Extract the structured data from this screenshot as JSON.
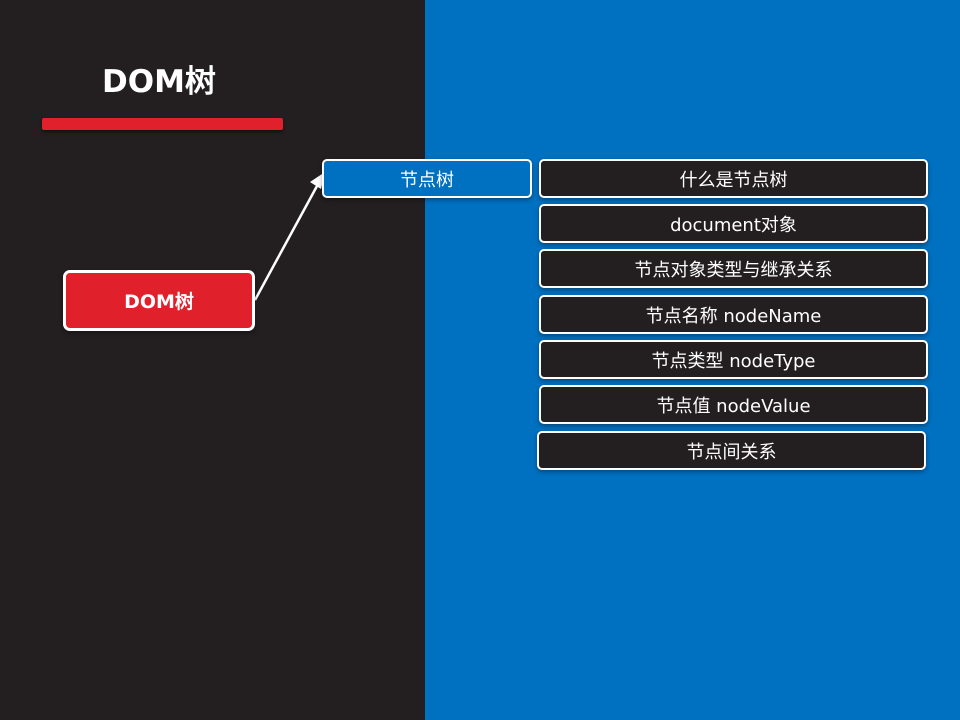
{
  "slide": {
    "title": "DOM树",
    "colors": {
      "left_background": "#231f20",
      "right_background": "#0070c0",
      "accent_red": "#e0202a",
      "border_white": "#ffffff"
    }
  },
  "diagram": {
    "root": {
      "label": "DOM树"
    },
    "branch": {
      "label": "节点树"
    },
    "leaves": [
      {
        "label": "什么是节点树"
      },
      {
        "label": "document对象"
      },
      {
        "label": "节点对象类型与继承关系"
      },
      {
        "label": "节点名称 nodeName"
      },
      {
        "label": "节点类型 nodeType"
      },
      {
        "label": "节点值 nodeValue"
      },
      {
        "label": "节点间关系"
      }
    ]
  }
}
